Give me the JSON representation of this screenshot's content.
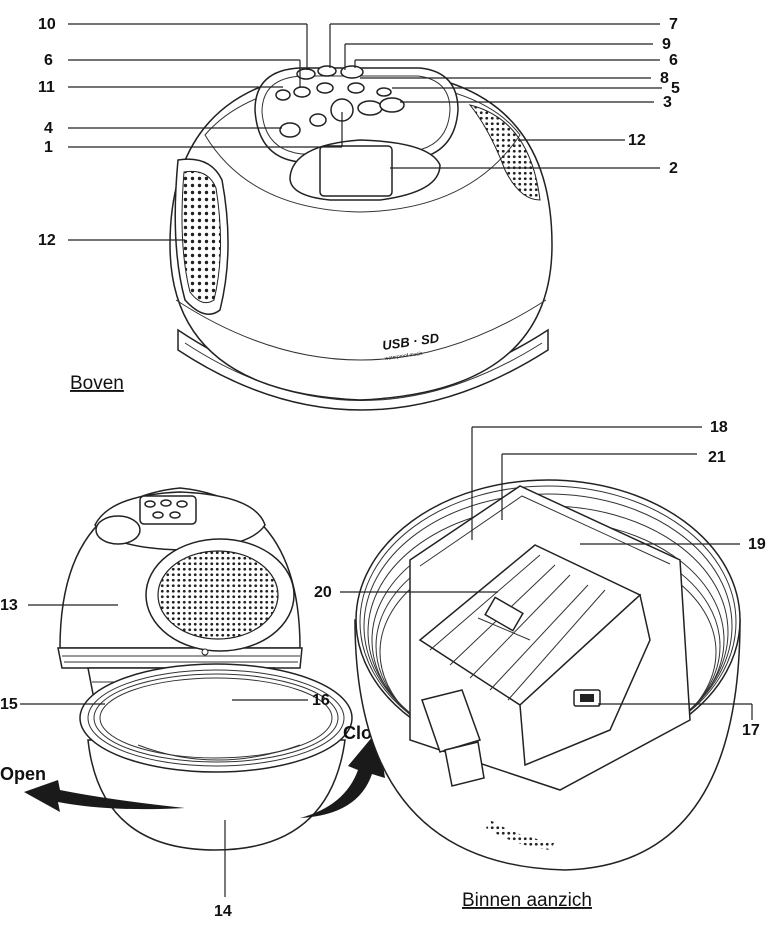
{
  "captions": {
    "top": "Boven",
    "inside": "Binnen aanzich"
  },
  "arrows": {
    "open": "Open",
    "close": "Close"
  },
  "logo": {
    "brand": "USB · SD",
    "tagline": "waterproof music"
  },
  "callouts": {
    "c1": "1",
    "c2": "2",
    "c3": "3",
    "c4": "4",
    "c5": "5",
    "c6a": "6",
    "c6b": "6",
    "c7": "7",
    "c8": "8",
    "c9": "9",
    "c10": "10",
    "c11": "11",
    "c12a": "12",
    "c12b": "12",
    "c13": "13",
    "c14": "14",
    "c15": "15",
    "c16": "16",
    "c17": "17",
    "c18": "18",
    "c19": "19",
    "c20": "20",
    "c21": "21"
  }
}
